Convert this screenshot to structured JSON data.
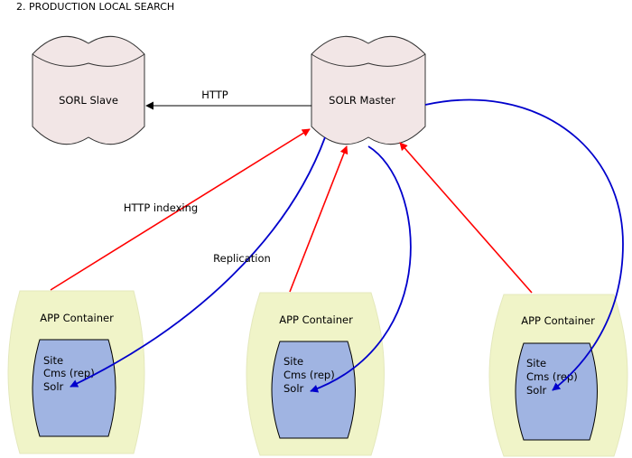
{
  "title": "2. PRODUCTION LOCAL SEARCH",
  "nodes": {
    "slave": {
      "label": "SORL Slave"
    },
    "master": {
      "label": "SOLR Master"
    },
    "containers": [
      {
        "label": "APP Container",
        "inner": [
          "Site",
          "Cms (rep)",
          "Solr"
        ]
      },
      {
        "label": "APP Container",
        "inner": [
          "Site",
          "Cms (rep)",
          "Solr"
        ]
      },
      {
        "label": "APP Container",
        "inner": [
          "Site",
          "Cms (rep)",
          "Solr"
        ]
      }
    ]
  },
  "edges": {
    "http": "HTTP",
    "indexing": "HTTP indexing",
    "replication": "Replication"
  },
  "colors": {
    "db_fill": "#f2e6e6",
    "container_fill": "#f0f4c8",
    "inner_fill": "#a0b4e2",
    "indexing": "#ff0000",
    "replication": "#0000cc"
  }
}
